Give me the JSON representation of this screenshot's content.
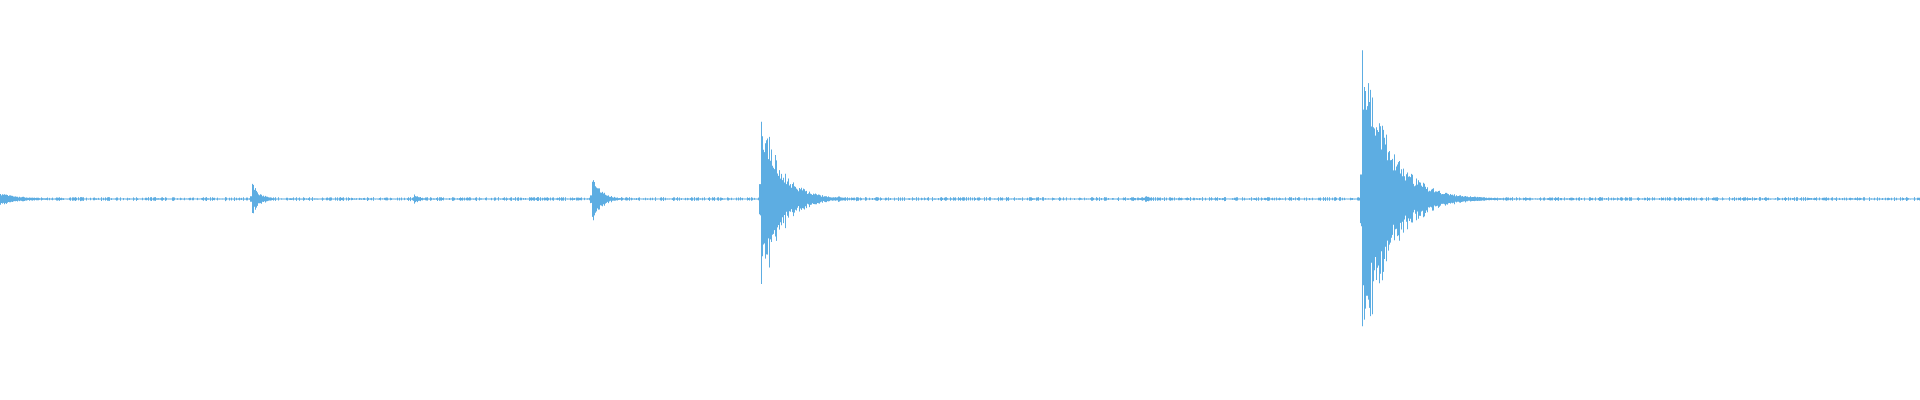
{
  "waveform": {
    "color": "#5dade2",
    "duration_fraction_end": 1.0,
    "noise_floor": 0.008,
    "transients": [
      {
        "t": 0.0,
        "amp": 0.03,
        "decay": 0.012
      },
      {
        "t": 0.131,
        "amp": 0.09,
        "decay": 0.004
      },
      {
        "t": 0.2155,
        "amp": 0.03,
        "decay": 0.003
      },
      {
        "t": 0.308,
        "amp": 0.12,
        "decay": 0.005
      },
      {
        "t": 0.396,
        "amp": 0.5,
        "decay": 0.01
      },
      {
        "t": 0.436,
        "amp": 0.02,
        "decay": 0.003
      },
      {
        "t": 0.596,
        "amp": 0.02,
        "decay": 0.003
      },
      {
        "t": 0.709,
        "amp": 0.82,
        "decay": 0.014
      }
    ]
  }
}
